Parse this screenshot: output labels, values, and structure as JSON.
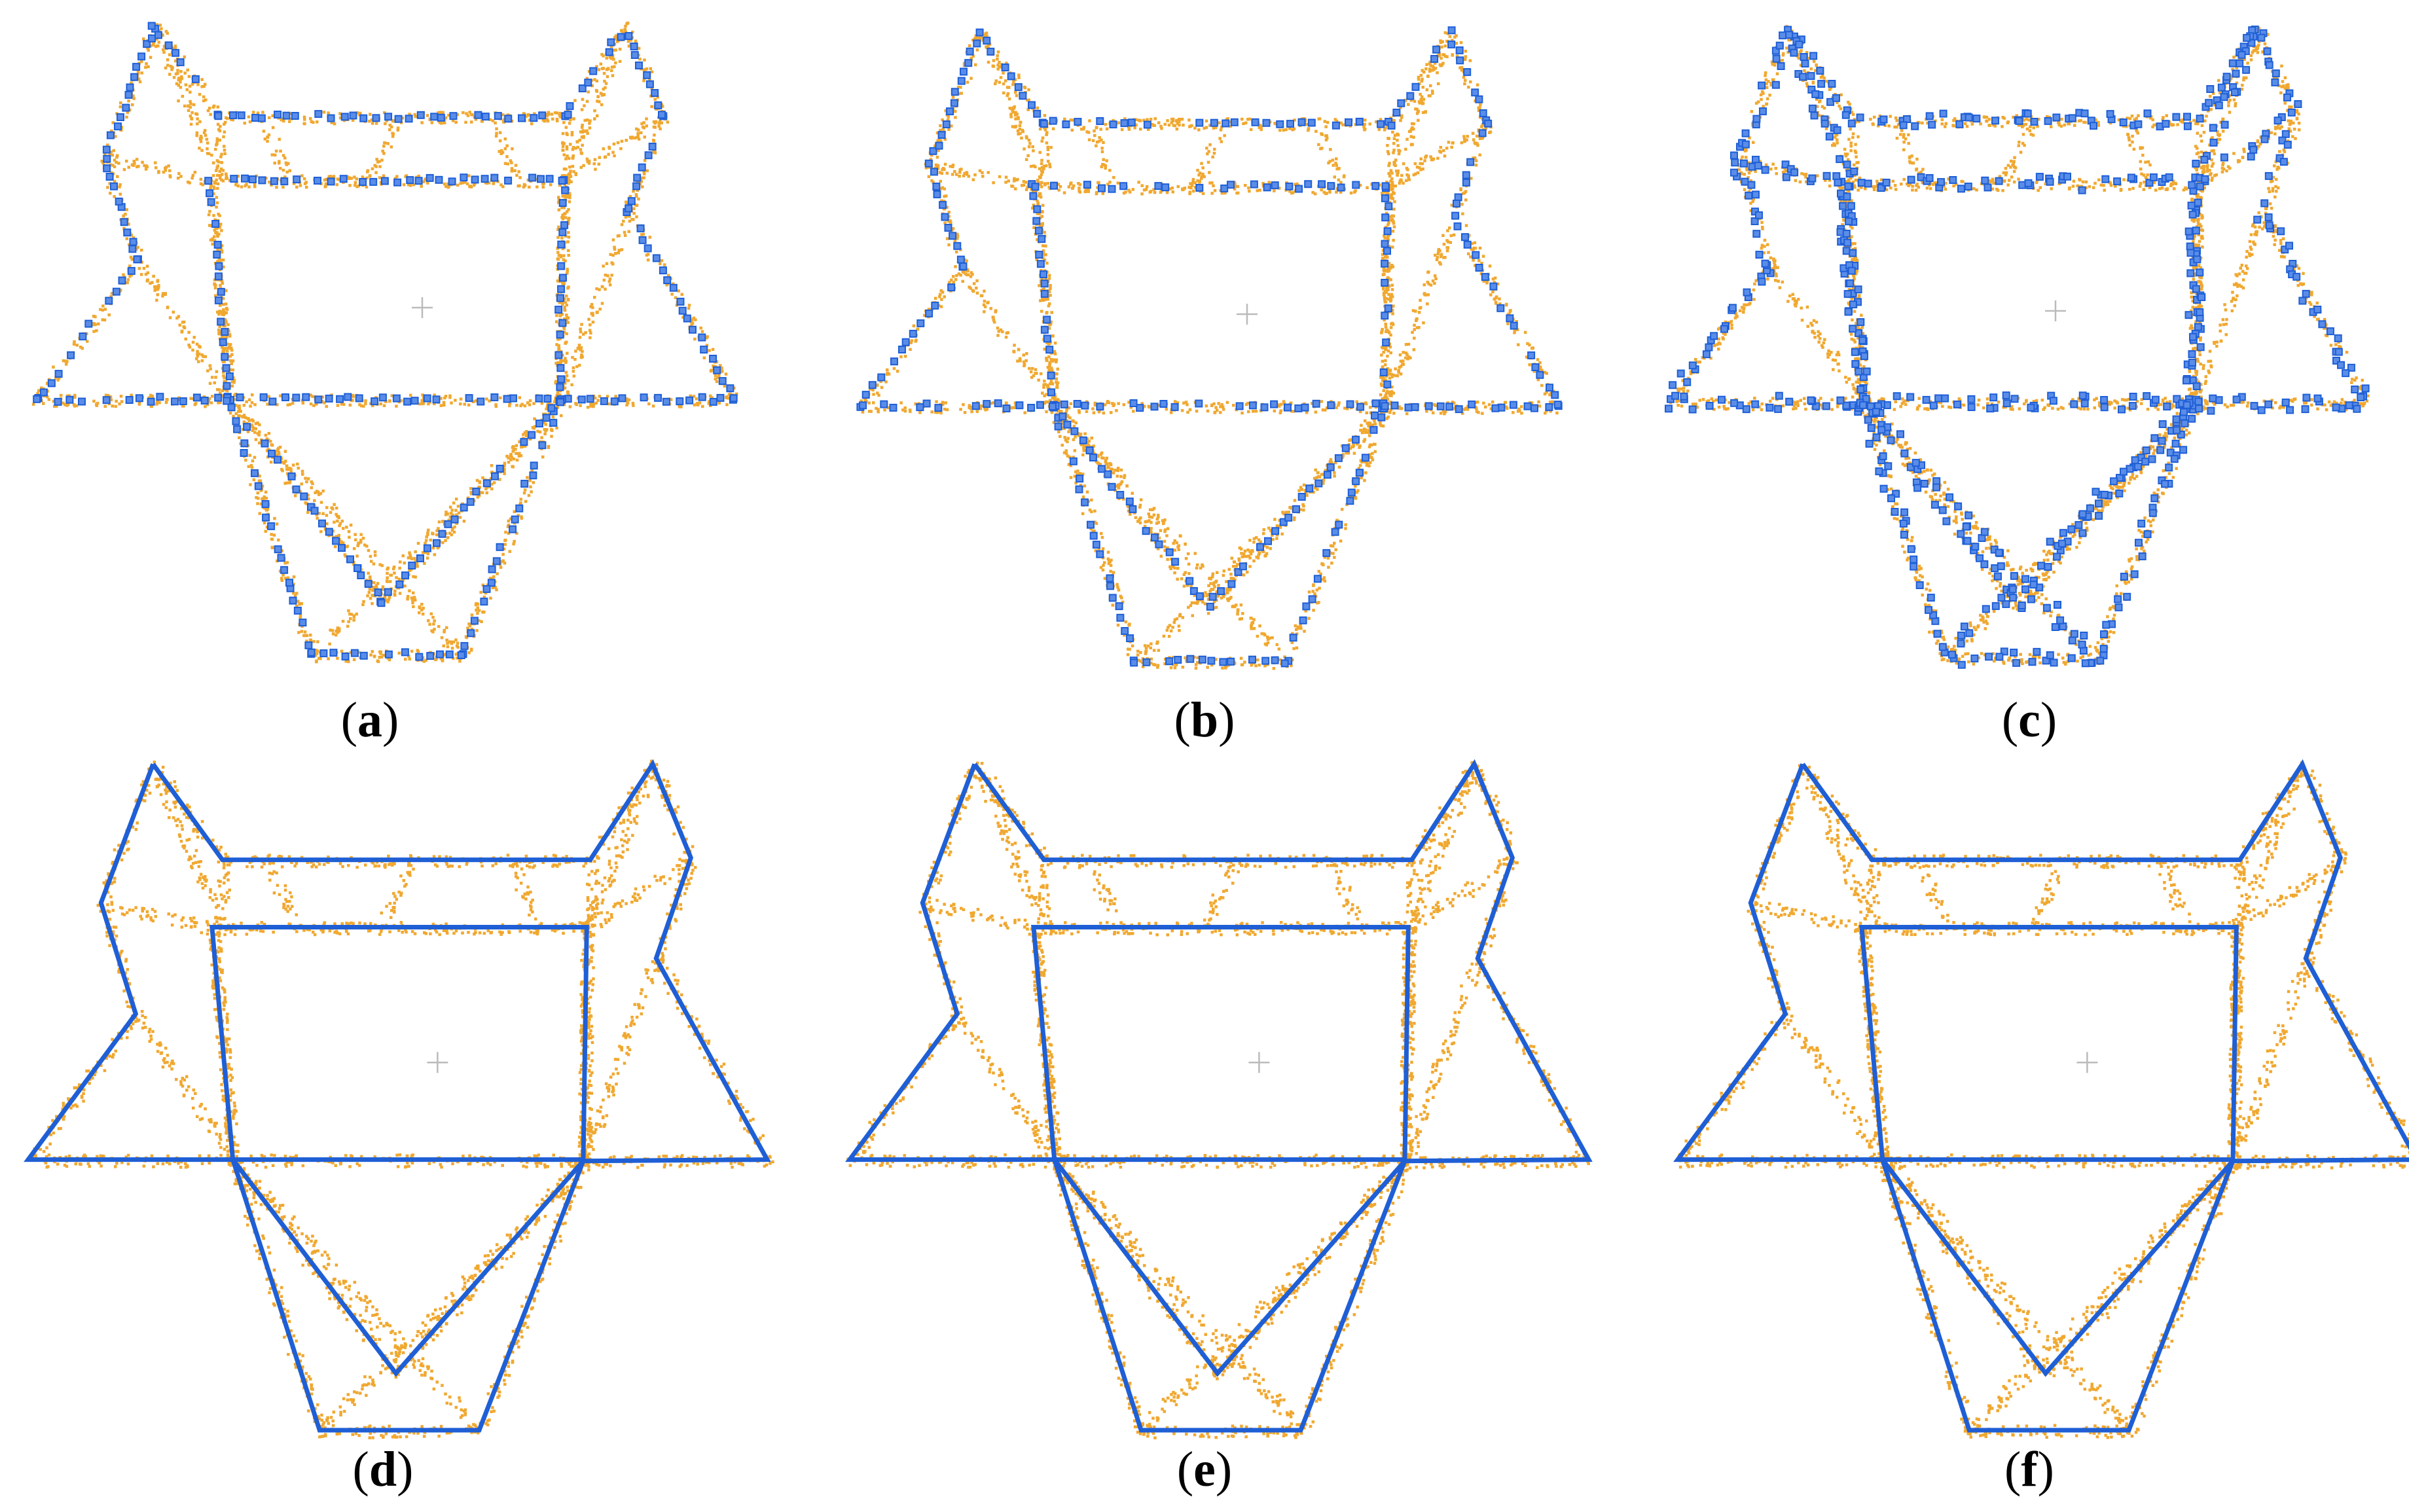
{
  "figure": {
    "panels": [
      {
        "id": "a",
        "style": "points",
        "dense": false
      },
      {
        "id": "b",
        "style": "points",
        "dense": false
      },
      {
        "id": "c",
        "style": "points",
        "dense": true
      },
      {
        "id": "d",
        "style": "lines"
      },
      {
        "id": "e",
        "style": "lines"
      },
      {
        "id": "f",
        "style": "lines"
      }
    ],
    "colors": {
      "scan_points": "#f0a830",
      "feature": "#1f5fd6",
      "feature_fill": "#5a8de8",
      "center_mark": "#bbbbbb"
    }
  }
}
